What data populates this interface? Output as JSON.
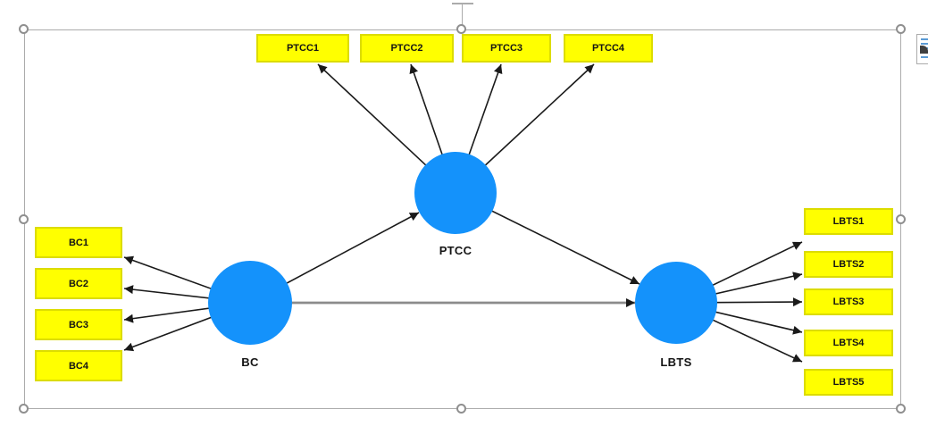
{
  "model": {
    "constructs": [
      {
        "label": "PTCC"
      },
      {
        "label": "BC"
      },
      {
        "label": "LBTS"
      }
    ],
    "indicators": {
      "ptcc": [
        "PTCC1",
        "PTCC2",
        "PTCC3",
        "PTCC4"
      ],
      "bc": [
        "BC1",
        "BC2",
        "BC3",
        "BC4"
      ],
      "lbts": [
        "LBTS1",
        "LBTS2",
        "LBTS3",
        "LBTS4",
        "LBTS5"
      ]
    },
    "paths": [
      {
        "from": "BC",
        "to": "PTCC"
      },
      {
        "from": "BC",
        "to": "LBTS"
      },
      {
        "from": "PTCC",
        "to": "LBTS"
      }
    ]
  },
  "selection": {
    "handle_count": 8,
    "rotation_handle": true
  },
  "colors": {
    "construct_fill": "#1492fb",
    "indicator_fill": "#ffff00",
    "indicator_border": "#dcdc00",
    "arrow": "#1a1a1a",
    "path_gray": "#8c8c8c",
    "selection": "#ababab",
    "selection_handle": "#8f8f8f",
    "accent_blue_lines": "#5b9bd5"
  }
}
